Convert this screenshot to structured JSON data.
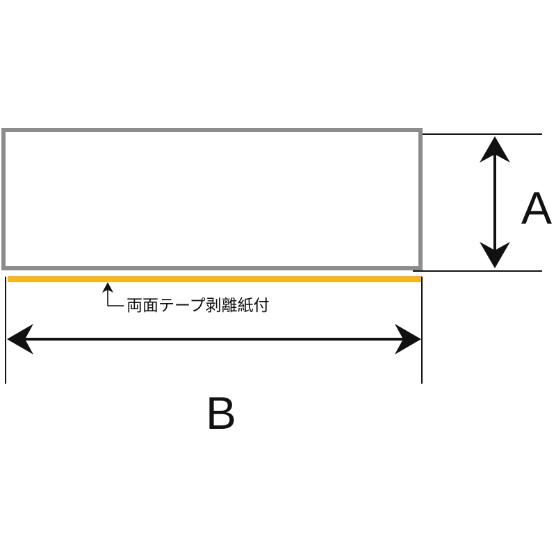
{
  "labels": {
    "height_dimension": "A",
    "width_dimension": "B",
    "tape_note": "両面テープ剥離紙付"
  },
  "colors": {
    "panel_border": "#8c8c8c",
    "panel_fill": "#ffffff",
    "tape": "#f5b71a",
    "line": "#111111"
  }
}
